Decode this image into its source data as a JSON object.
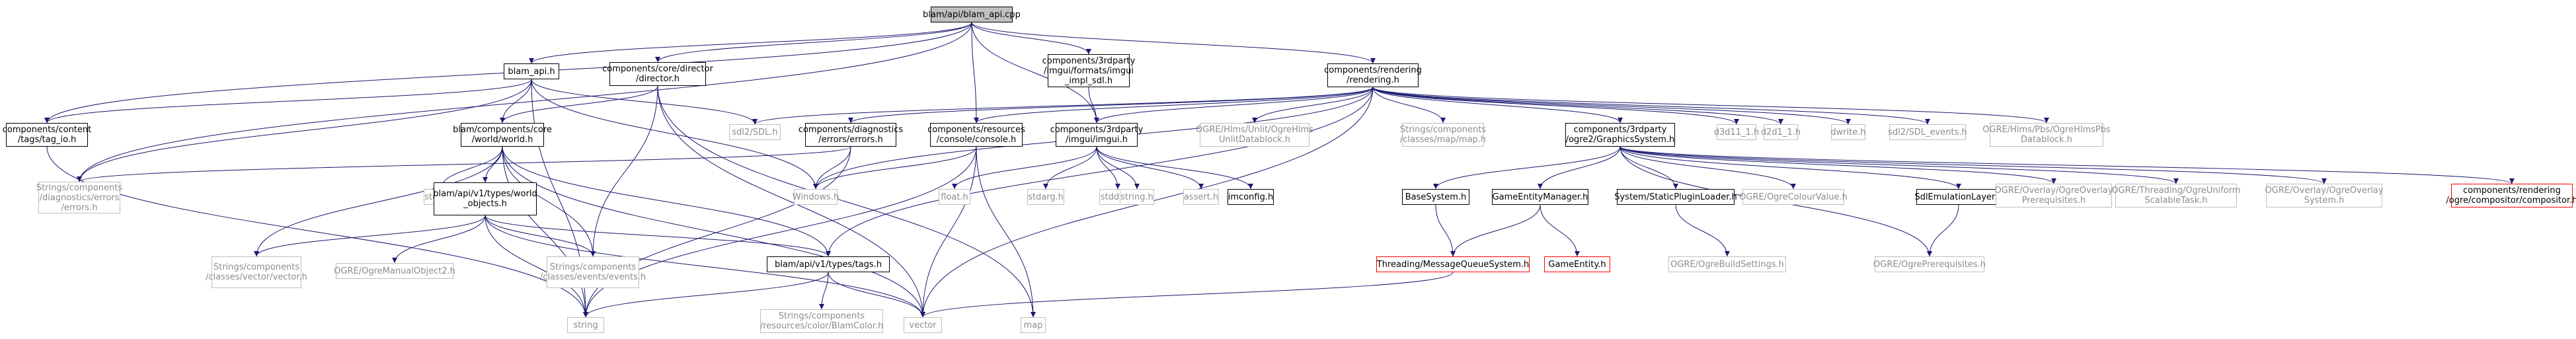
{
  "nodes": [
    {
      "id": "root",
      "style": "root",
      "lines": [
        "blam/api/blam_api.cpp"
      ]
    },
    {
      "id": "blam_api_h",
      "style": "black",
      "lines": [
        "blam_api.h"
      ]
    },
    {
      "id": "director_h",
      "style": "black",
      "lines": [
        "components/core/director",
        "/director.h"
      ]
    },
    {
      "id": "imgui_impl_sdl",
      "style": "black",
      "lines": [
        "components/3rdparty",
        "/imgui/formats/imgui",
        "_impl_sdl.h"
      ]
    },
    {
      "id": "rendering_h",
      "style": "black",
      "lines": [
        "components/rendering",
        "/rendering.h"
      ]
    },
    {
      "id": "tag_io_h",
      "style": "black",
      "lines": [
        "components/content",
        "/tags/tag_io.h"
      ]
    },
    {
      "id": "world_h",
      "style": "black",
      "lines": [
        "blam/components/core",
        "/world/world.h"
      ]
    },
    {
      "id": "sdl2_sdl_h",
      "style": "grey",
      "lines": [
        "sdl2/SDL.h"
      ]
    },
    {
      "id": "diag_errors_h",
      "style": "black",
      "lines": [
        "components/diagnostics",
        "/errors/errors.h"
      ]
    },
    {
      "id": "console_h",
      "style": "black",
      "lines": [
        "components/resources",
        "/console/console.h"
      ]
    },
    {
      "id": "imgui_h",
      "style": "black",
      "lines": [
        "components/3rdparty",
        "/imgui/imgui.h"
      ]
    },
    {
      "id": "ogre_unlit_h",
      "style": "grey",
      "lines": [
        "OGRE/Hlms/Unlit/OgreHlms",
        "UnlitDatablock.h"
      ]
    },
    {
      "id": "strings_map_h",
      "style": "grey",
      "lines": [
        "Strings/components",
        "/classes/map/map.h"
      ]
    },
    {
      "id": "graphics_system_h",
      "style": "black",
      "lines": [
        "components/3rdparty",
        "/ogre2/GraphicsSystem.h"
      ]
    },
    {
      "id": "d3d11_1_h",
      "style": "grey",
      "lines": [
        "d3d11_1.h"
      ]
    },
    {
      "id": "d2d1_1_h",
      "style": "grey",
      "lines": [
        "d2d1_1.h"
      ]
    },
    {
      "id": "dwrite_h",
      "style": "grey",
      "lines": [
        "dwrite.h"
      ]
    },
    {
      "id": "sdl_events_h",
      "style": "grey",
      "lines": [
        "sdl2/SDL_events.h"
      ]
    },
    {
      "id": "ogre_pbs_h",
      "style": "grey",
      "lines": [
        "OGRE/Hlms/Pbs/OgreHlmsPbs",
        "Datablock.h"
      ]
    },
    {
      "id": "strings_errors_h",
      "style": "grey",
      "lines": [
        "Strings/components",
        "/diagnostics/errors",
        "/errors.h"
      ]
    },
    {
      "id": "stdint_h",
      "style": "grey",
      "lines": [
        "stdint.h"
      ]
    },
    {
      "id": "windows_h",
      "style": "grey",
      "lines": [
        "Windows.h"
      ]
    },
    {
      "id": "float_h",
      "style": "grey",
      "lines": [
        "float.h"
      ]
    },
    {
      "id": "stdarg_h",
      "style": "grey",
      "lines": [
        "stdarg.h"
      ]
    },
    {
      "id": "stddef_h",
      "style": "grey",
      "lines": [
        "stddef.h"
      ]
    },
    {
      "id": "string_h",
      "style": "grey",
      "lines": [
        "string.h"
      ]
    },
    {
      "id": "assert_h",
      "style": "grey",
      "lines": [
        "assert.h"
      ]
    },
    {
      "id": "imconfig_h",
      "style": "black",
      "lines": [
        "imconfig.h"
      ]
    },
    {
      "id": "basesystem_h",
      "style": "black",
      "lines": [
        "BaseSystem.h"
      ]
    },
    {
      "id": "gameentitymanager_h",
      "style": "black",
      "lines": [
        "GameEntityManager.h"
      ]
    },
    {
      "id": "staticpluginloader_h",
      "style": "black",
      "lines": [
        "System/StaticPluginLoader.h"
      ]
    },
    {
      "id": "ogre_colourvalue_h",
      "style": "grey",
      "lines": [
        "OGRE/OgreColourValue.h"
      ]
    },
    {
      "id": "sdlemulationlayer_h",
      "style": "black",
      "lines": [
        "SdlEmulationLayer.h"
      ]
    },
    {
      "id": "ogre_overlay_prereq_h",
      "style": "grey",
      "lines": [
        "OGRE/Overlay/OgreOverlay",
        "Prerequisites.h"
      ]
    },
    {
      "id": "ogre_threading_h",
      "style": "grey",
      "lines": [
        "OGRE/Threading/OgreUniform",
        "ScalableTask.h"
      ]
    },
    {
      "id": "ogre_overlay_system_h",
      "style": "grey",
      "lines": [
        "OGRE/Overlay/OgreOverlay",
        "System.h"
      ]
    },
    {
      "id": "compositor_h",
      "style": "red",
      "lines": [
        "components/rendering",
        "/ogre/compositor/compositor.h"
      ]
    },
    {
      "id": "world_objects_h",
      "style": "black",
      "lines": [
        "blam/api/v1/types/world",
        "_objects.h"
      ]
    },
    {
      "id": "ogre_manualobject_h",
      "style": "grey",
      "lines": [
        "OGRE/OgreManualObject2.h"
      ]
    },
    {
      "id": "strings_vector_h",
      "style": "grey",
      "lines": [
        "Strings/components",
        "/classes/vector/vector.h"
      ]
    },
    {
      "id": "strings_events_h",
      "style": "grey",
      "lines": [
        "Strings/components",
        "/classes/events/events.h"
      ]
    },
    {
      "id": "tags_h",
      "style": "black",
      "lines": [
        "blam/api/v1/types/tags.h"
      ]
    },
    {
      "id": "threading_mqs_h",
      "style": "red",
      "lines": [
        "Threading/MessageQueueSystem.h"
      ]
    },
    {
      "id": "gameentity_h",
      "style": "red",
      "lines": [
        "GameEntity.h"
      ]
    },
    {
      "id": "ogre_buildsettings_h",
      "style": "grey",
      "lines": [
        "OGRE/OgreBuildSettings.h"
      ]
    },
    {
      "id": "ogre_prereq_h",
      "style": "grey",
      "lines": [
        "OGRE/OgrePrerequisites.h"
      ]
    },
    {
      "id": "string",
      "style": "grey",
      "lines": [
        "string"
      ]
    },
    {
      "id": "vector",
      "style": "grey",
      "lines": [
        "vector"
      ]
    },
    {
      "id": "map",
      "style": "grey",
      "lines": [
        "map"
      ]
    },
    {
      "id": "blamcolor_h",
      "style": "grey",
      "lines": [
        "Strings/components",
        "/resources/color/BlamColor.h"
      ]
    }
  ],
  "edges": [
    [
      "root",
      "blam_api_h"
    ],
    [
      "root",
      "director_h"
    ],
    [
      "root",
      "imgui_impl_sdl"
    ],
    [
      "root",
      "rendering_h"
    ],
    [
      "root",
      "tag_io_h"
    ],
    [
      "root",
      "strings_errors_h"
    ],
    [
      "root",
      "console_h"
    ],
    [
      "root",
      "imgui_h"
    ],
    [
      "blam_api_h",
      "tag_io_h"
    ],
    [
      "blam_api_h",
      "world_h"
    ],
    [
      "blam_api_h",
      "sdl2_sdl_h"
    ],
    [
      "blam_api_h",
      "strings_errors_h"
    ],
    [
      "blam_api_h",
      "windows_h"
    ],
    [
      "blam_api_h",
      "string"
    ],
    [
      "director_h",
      "world_h"
    ],
    [
      "director_h",
      "strings_events_h"
    ],
    [
      "director_h",
      "vector"
    ],
    [
      "director_h",
      "map"
    ],
    [
      "imgui_impl_sdl",
      "imgui_h"
    ],
    [
      "rendering_h",
      "sdl2_sdl_h"
    ],
    [
      "rendering_h",
      "diag_errors_h"
    ],
    [
      "rendering_h",
      "console_h"
    ],
    [
      "rendering_h",
      "imgui_h"
    ],
    [
      "rendering_h",
      "ogre_unlit_h"
    ],
    [
      "rendering_h",
      "strings_map_h"
    ],
    [
      "rendering_h",
      "graphics_system_h"
    ],
    [
      "rendering_h",
      "d3d11_1_h"
    ],
    [
      "rendering_h",
      "d2d1_1_h"
    ],
    [
      "rendering_h",
      "dwrite_h"
    ],
    [
      "rendering_h",
      "sdl_events_h"
    ],
    [
      "rendering_h",
      "ogre_pbs_h"
    ],
    [
      "rendering_h",
      "tags_h"
    ],
    [
      "rendering_h",
      "vector"
    ],
    [
      "rendering_h",
      "windows_h"
    ],
    [
      "tag_io_h",
      "string"
    ],
    [
      "world_h",
      "stdint_h"
    ],
    [
      "world_h",
      "world_objects_h"
    ],
    [
      "world_h",
      "strings_vector_h"
    ],
    [
      "world_h",
      "strings_events_h"
    ],
    [
      "world_h",
      "string"
    ],
    [
      "world_h",
      "vector"
    ],
    [
      "world_h",
      "tags_h"
    ],
    [
      "diag_errors_h",
      "strings_errors_h"
    ],
    [
      "diag_errors_h",
      "windows_h"
    ],
    [
      "diag_errors_h",
      "string"
    ],
    [
      "console_h",
      "windows_h"
    ],
    [
      "console_h",
      "string"
    ],
    [
      "console_h",
      "vector"
    ],
    [
      "console_h",
      "map"
    ],
    [
      "imgui_h",
      "float_h"
    ],
    [
      "imgui_h",
      "stdarg_h"
    ],
    [
      "imgui_h",
      "stddef_h"
    ],
    [
      "imgui_h",
      "string_h"
    ],
    [
      "imgui_h",
      "assert_h"
    ],
    [
      "imgui_h",
      "imconfig_h"
    ],
    [
      "graphics_system_h",
      "basesystem_h"
    ],
    [
      "graphics_system_h",
      "gameentitymanager_h"
    ],
    [
      "graphics_system_h",
      "staticpluginloader_h"
    ],
    [
      "graphics_system_h",
      "ogre_colourvalue_h"
    ],
    [
      "graphics_system_h",
      "sdlemulationlayer_h"
    ],
    [
      "graphics_system_h",
      "ogre_overlay_prereq_h"
    ],
    [
      "graphics_system_h",
      "ogre_threading_h"
    ],
    [
      "graphics_system_h",
      "ogre_overlay_system_h"
    ],
    [
      "graphics_system_h",
      "compositor_h"
    ],
    [
      "graphics_system_h",
      "ogre_prereq_h"
    ],
    [
      "basesystem_h",
      "threading_mqs_h"
    ],
    [
      "gameentitymanager_h",
      "threading_mqs_h"
    ],
    [
      "gameentitymanager_h",
      "gameentity_h"
    ],
    [
      "staticpluginloader_h",
      "ogre_buildsettings_h"
    ],
    [
      "sdlemulationlayer_h",
      "ogre_prereq_h"
    ],
    [
      "threading_mqs_h",
      "vector"
    ],
    [
      "world_objects_h",
      "ogre_manualobject_h"
    ],
    [
      "world_objects_h",
      "strings_vector_h"
    ],
    [
      "world_objects_h",
      "strings_events_h"
    ],
    [
      "world_objects_h",
      "string"
    ],
    [
      "world_objects_h",
      "vector"
    ],
    [
      "world_objects_h",
      "tags_h"
    ],
    [
      "tags_h",
      "string"
    ],
    [
      "tags_h",
      "vector"
    ],
    [
      "tags_h",
      "blamcolor_h"
    ]
  ],
  "colors": {
    "edge": "#191970",
    "grey_border": "#bfbfbf",
    "grey_text": "#8c8c8c",
    "red_border": "#ff0000",
    "root_fill": "#bfbfbf"
  }
}
